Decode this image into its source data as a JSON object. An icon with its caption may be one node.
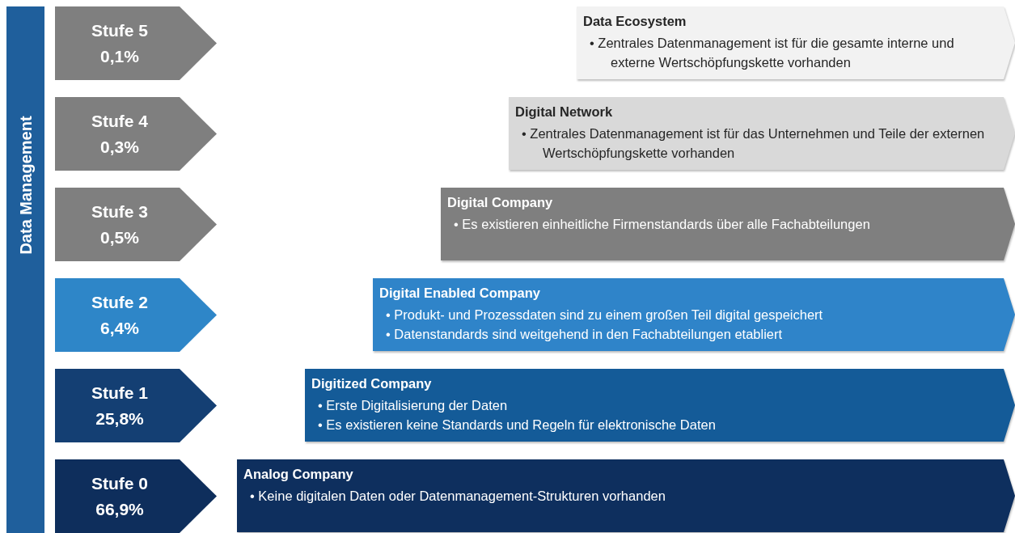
{
  "diagram": {
    "nodes": [
      {
        "text": [
          "Data Management"
        ]
      },
      {
        "text": [
          "Stufe 5",
          "0,1%"
        ]
      },
      {
        "text": [
          "Data Ecosystem",
          "• Zentrales Datenmanagement ist für die gesamte interne und externe Wertschöpfungskette vorhanden"
        ]
      },
      {
        "text": [
          "Stufe 4",
          "0,3%"
        ]
      },
      {
        "text": [
          "Digital Network",
          "• Zentrales Datenmanagement ist für das Unternehmen und Teile der externen Wertschöpfungskette vorhanden"
        ]
      },
      {
        "text": [
          "Stufe 3",
          "0,5%"
        ]
      },
      {
        "text": [
          "Digital Company",
          "• Es existieren einheitliche Firmenstandards über alle Fachabteilungen"
        ]
      },
      {
        "text": [
          "Stufe 2",
          "6,4%"
        ]
      },
      {
        "text": [
          "Digital Enabled Company",
          "• Produkt- und Prozessdaten sind zu einem großen Teil digital gespeichert",
          "• Datenstandards sind weitgehend in den Fachabteilungen etabliert"
        ]
      },
      {
        "text": [
          "Stufe 1",
          "25,8%"
        ]
      },
      {
        "text": [
          "Digitized Company",
          "• Erste Digitalisierung der Daten",
          "• Es existieren keine Standards und Regeln für elektronische Daten"
        ]
      },
      {
        "text": [
          "Stufe 0",
          "66,9%"
        ]
      },
      {
        "text": [
          "Analog Company",
          "• Keine digitalen Daten oder Datenmanagement-Strukturen vorhanden"
        ]
      }
    ]
  }
}
